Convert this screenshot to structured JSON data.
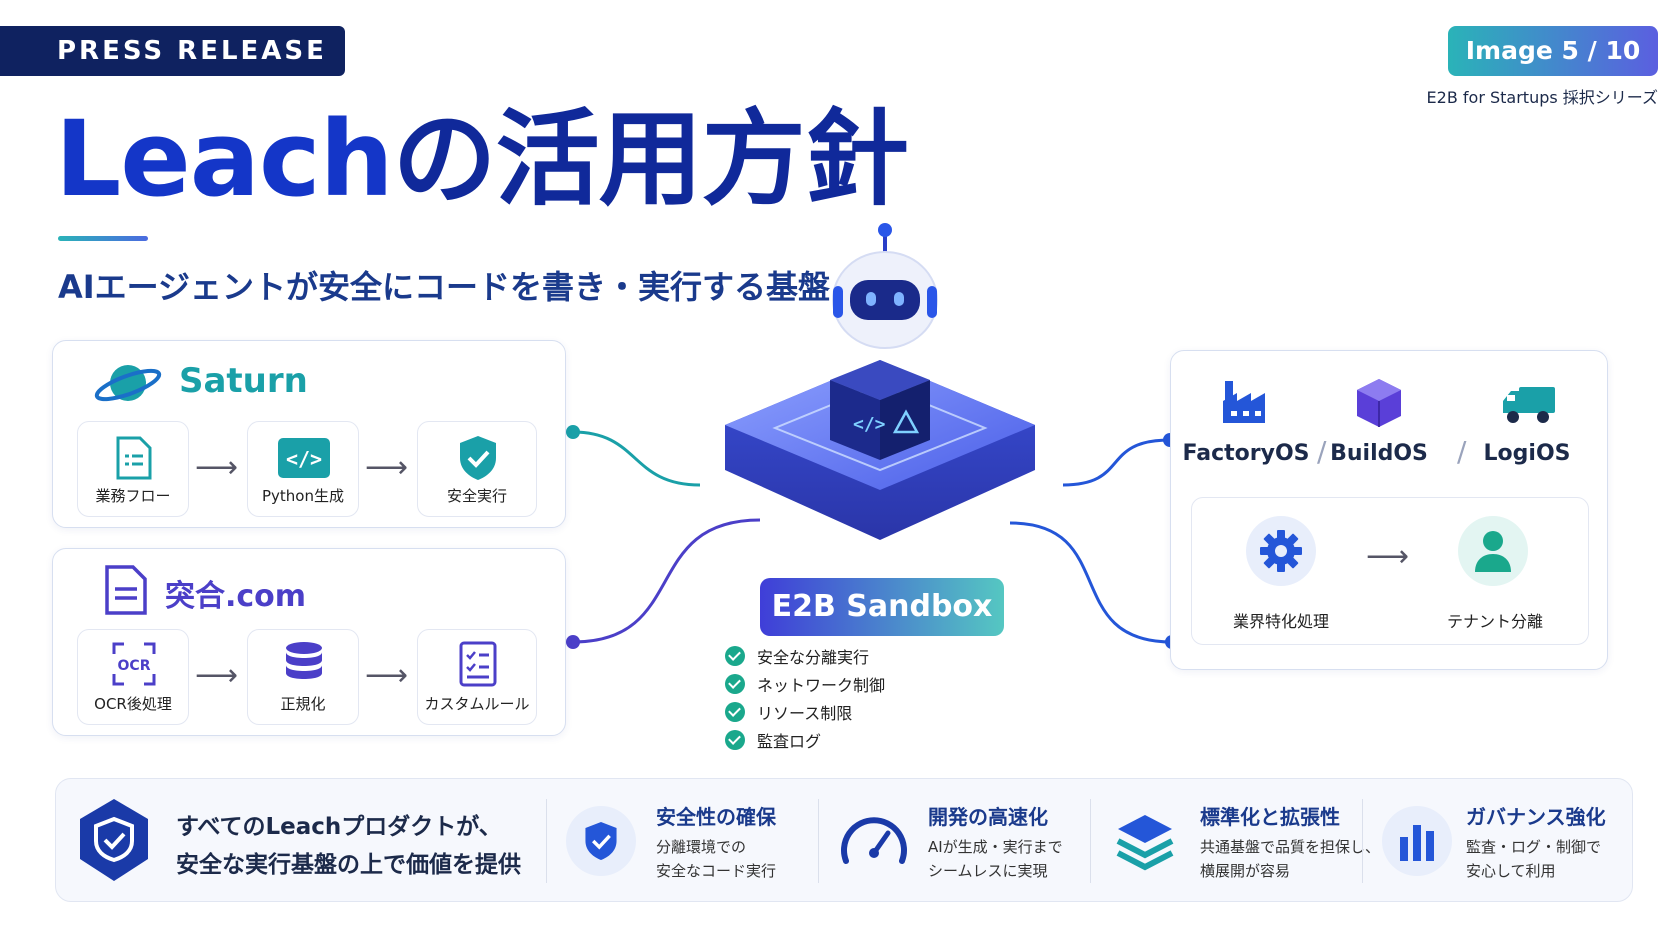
{
  "header": {
    "press_release": "PRESS RELEASE",
    "image_badge": "Image 5 / 10",
    "series": "E2B for Startups 採択シリーズ",
    "title_latin": "Leach",
    "title_jp": "の活用方針",
    "subtitle": "AIエージェントが安全にコードを書き・実行する基盤"
  },
  "saturn": {
    "title": "Saturn",
    "steps": [
      {
        "label": "業務フロー",
        "icon": "document-list-icon"
      },
      {
        "label": "Python生成",
        "icon": "code-icon"
      },
      {
        "label": "安全実行",
        "icon": "shield-check-icon"
      }
    ]
  },
  "totsugo": {
    "title": "突合.com",
    "steps": [
      {
        "label": "OCR後処理",
        "icon": "ocr-icon"
      },
      {
        "label": "正規化",
        "icon": "database-icon"
      },
      {
        "label": "カスタムルール",
        "icon": "checklist-icon"
      }
    ]
  },
  "sandbox": {
    "label": "E2B Sandbox",
    "features": [
      "安全な分離実行",
      "ネットワーク制御",
      "リソース制限",
      "監査ログ"
    ]
  },
  "right": {
    "os": [
      {
        "name": "FactoryOS",
        "icon": "factory-icon"
      },
      {
        "name": "BuildOS",
        "icon": "cube-icon"
      },
      {
        "name": "LogiOS",
        "icon": "truck-icon"
      }
    ],
    "sep": "/",
    "flow": [
      {
        "label": "業界特化処理",
        "icon": "gear-icon"
      },
      {
        "label": "テナント分離",
        "icon": "user-icon"
      }
    ]
  },
  "bottom": {
    "lead_line1": "すべてのLeachプロダクトが、",
    "lead_line2": "安全な実行基盤の上で価値を提供",
    "items": [
      {
        "title": "安全性の確保",
        "line1": "分離環境での",
        "line2": "安全なコード実行",
        "icon": "shield-check-icon"
      },
      {
        "title": "開発の高速化",
        "line1": "AIが生成・実行まで",
        "line2": "シームレスに実現",
        "icon": "speedometer-icon"
      },
      {
        "title": "標準化と拡張性",
        "line1": "共通基盤で品質を担保し、",
        "line2": "横展開が容易",
        "icon": "layers-icon"
      },
      {
        "title": "ガバナンス強化",
        "line1": "監査・ログ・制御で",
        "line2": "安心して利用",
        "icon": "bar-chart-icon"
      }
    ]
  },
  "colors": {
    "navy": "#0f2260",
    "blue": "#1436c8",
    "teal": "#1aa0a8",
    "purple": "#4b3fc8"
  }
}
